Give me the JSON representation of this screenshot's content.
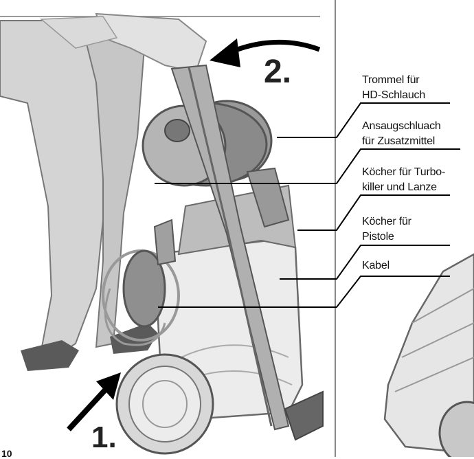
{
  "figure": {
    "step_labels": [
      "2.",
      "1."
    ],
    "figure_number": "10",
    "callouts": [
      {
        "id": "drum",
        "lines": [
          "Trommel für",
          "HD-Schlauch"
        ]
      },
      {
        "id": "suction",
        "lines": [
          "Ansaugschluach",
          "für Zusatzmittel"
        ]
      },
      {
        "id": "turbo",
        "lines": [
          "Köcher für Turbo-",
          "killer und Lanze"
        ]
      },
      {
        "id": "pistol",
        "lines": [
          "Köcher für",
          "Pistole"
        ]
      },
      {
        "id": "cable",
        "lines": [
          "Kabel"
        ]
      }
    ]
  }
}
